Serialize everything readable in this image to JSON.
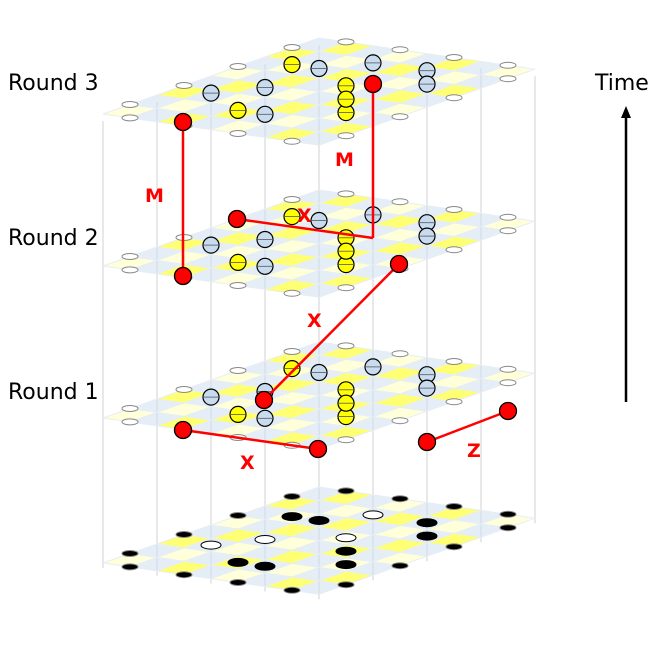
{
  "rounds": [
    {
      "label": "Round 3"
    },
    {
      "label": "Round 2"
    },
    {
      "label": "Round 1"
    }
  ],
  "time_axis": {
    "label": "Time"
  },
  "error_labels": {
    "measurement_round3": "M",
    "measurement_left": "M",
    "x_round2": "X",
    "x_between": "X",
    "x_round1": "X",
    "z_round1": "Z"
  },
  "colors": {
    "x_stabilizer": "#ffff00",
    "z_stabilizer": "#cfe0f0",
    "error": "#ff0000",
    "qubit_outline": "#000000",
    "axis": "#000000"
  }
}
